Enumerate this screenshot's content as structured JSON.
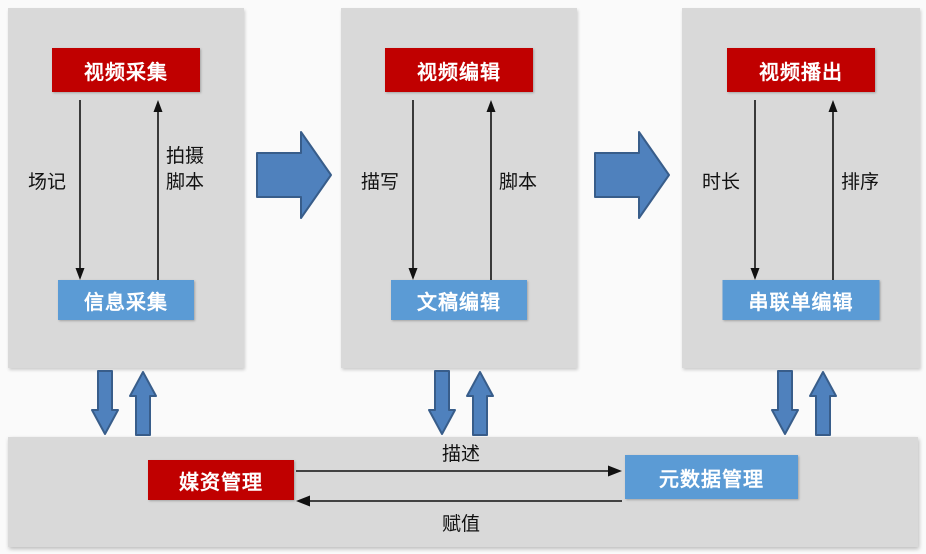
{
  "panels": [
    {
      "top": "视频采集",
      "bottom": "信息采集",
      "down_label": "场记",
      "up_label": "拍摄\n脚本"
    },
    {
      "top": "视频编辑",
      "bottom": "文稿编辑",
      "down_label": "描写",
      "up_label": "脚本"
    },
    {
      "top": "视频播出",
      "bottom": "串联单编辑",
      "down_label": "时长",
      "up_label": "排序"
    }
  ],
  "bottom_bar": {
    "left_box": "媒资管理",
    "right_box": "元数据管理",
    "to_right_label": "描述",
    "to_left_label": "赋值"
  },
  "colors": {
    "panel_bg": "#d9d9d9",
    "red_box": "#c00000",
    "blue_box": "#5b9bd5",
    "block_arrow_fill": "#4f81bd",
    "block_arrow_border": "#385d8a",
    "thin_arrow": "#111111"
  }
}
